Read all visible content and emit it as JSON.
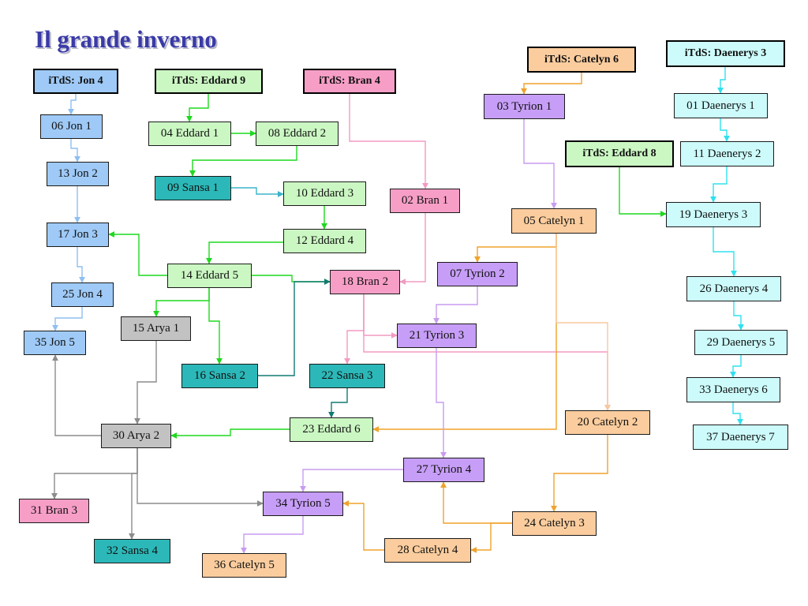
{
  "title": "Il grande inverno",
  "colors": {
    "jon": "#9fcaf7",
    "eddard": "#cbf7c3",
    "bran": "#f79ec7",
    "catelyn": "#fbcd9e",
    "tyrion": "#c79ef7",
    "daenerys": "#cdfbfb",
    "sansa": "#2cb8b8",
    "arya": "#c2c2c2",
    "l_jon": "#8fbff0",
    "l_eddard": "#1fd81f",
    "l_bran": "#f29ac2",
    "l_catelyn": "#f0a22c",
    "l_tyrion": "#c89cf0",
    "l_daenerys": "#2fe0f0",
    "l_sansa": "#3bb3c8",
    "l_arya": "#8c8c8c",
    "l_teal": "#127a72",
    "l_peach": "#f7c79e"
  },
  "nodes": [
    {
      "id": "h_jon",
      "label": "iTdS: Jon 4",
      "color": "jon",
      "head": true
    },
    {
      "id": "h_eddard9",
      "label": "iTdS: Eddard 9",
      "color": "eddard",
      "head": true
    },
    {
      "id": "h_bran4",
      "label": "iTdS: Bran 4",
      "color": "bran",
      "head": true
    },
    {
      "id": "h_catelyn6",
      "label": "iTdS: Catelyn 6",
      "color": "catelyn",
      "head": true
    },
    {
      "id": "h_daenerys3",
      "label": "iTdS: Daenerys 3",
      "color": "daenerys",
      "head": true
    },
    {
      "id": "h_eddard8",
      "label": "iTdS: Eddard 8",
      "color": "eddard",
      "head": true
    },
    {
      "id": "n06",
      "label": "06 Jon 1",
      "color": "jon"
    },
    {
      "id": "n13",
      "label": "13 Jon 2",
      "color": "jon"
    },
    {
      "id": "n17",
      "label": "17 Jon 3",
      "color": "jon"
    },
    {
      "id": "n25",
      "label": "25 Jon 4",
      "color": "jon"
    },
    {
      "id": "n35",
      "label": "35 Jon 5",
      "color": "jon"
    },
    {
      "id": "n04",
      "label": "04 Eddard 1",
      "color": "eddard"
    },
    {
      "id": "n08",
      "label": "08 Eddard 2",
      "color": "eddard"
    },
    {
      "id": "n09",
      "label": "09 Sansa 1",
      "color": "sansa"
    },
    {
      "id": "n10",
      "label": "10 Eddard 3",
      "color": "eddard"
    },
    {
      "id": "n12",
      "label": "12 Eddard 4",
      "color": "eddard"
    },
    {
      "id": "n14",
      "label": "14 Eddard 5",
      "color": "eddard"
    },
    {
      "id": "n15",
      "label": "15 Arya 1",
      "color": "arya"
    },
    {
      "id": "n16",
      "label": "16 Sansa 2",
      "color": "sansa"
    },
    {
      "id": "n02",
      "label": "02 Bran 1",
      "color": "bran"
    },
    {
      "id": "n18",
      "label": "18 Bran 2",
      "color": "bran"
    },
    {
      "id": "n22",
      "label": "22 Sansa 3",
      "color": "sansa"
    },
    {
      "id": "n23",
      "label": "23 Eddard 6",
      "color": "eddard"
    },
    {
      "id": "n30",
      "label": "30 Arya 2",
      "color": "arya"
    },
    {
      "id": "n31",
      "label": "31 Bran 3",
      "color": "bran"
    },
    {
      "id": "n32",
      "label": "32 Sansa 4",
      "color": "sansa"
    },
    {
      "id": "n34",
      "label": "34 Tyrion 5",
      "color": "tyrion"
    },
    {
      "id": "n36",
      "label": "36 Catelyn 5",
      "color": "catelyn"
    },
    {
      "id": "n28",
      "label": "28 Catelyn 4",
      "color": "catelyn"
    },
    {
      "id": "n27",
      "label": "27 Tyrion 4",
      "color": "tyrion"
    },
    {
      "id": "n24",
      "label": "24 Catelyn 3",
      "color": "catelyn"
    },
    {
      "id": "n20",
      "label": "20 Catelyn 2",
      "color": "catelyn"
    },
    {
      "id": "n21",
      "label": "21 Tyrion 3",
      "color": "tyrion"
    },
    {
      "id": "n07",
      "label": "07 Tyrion 2",
      "color": "tyrion"
    },
    {
      "id": "n05",
      "label": "05 Catelyn 1",
      "color": "catelyn"
    },
    {
      "id": "n03",
      "label": "03 Tyrion 1",
      "color": "tyrion"
    },
    {
      "id": "n01",
      "label": "01 Daenerys 1",
      "color": "daenerys"
    },
    {
      "id": "n11",
      "label": "11 Daenerys 2",
      "color": "daenerys"
    },
    {
      "id": "n19",
      "label": "19 Daenerys 3",
      "color": "daenerys"
    },
    {
      "id": "n26",
      "label": "26 Daenerys 4",
      "color": "daenerys"
    },
    {
      "id": "n29",
      "label": "29 Daenerys 5",
      "color": "daenerys"
    },
    {
      "id": "n33",
      "label": "33 Daenerys 6",
      "color": "daenerys"
    },
    {
      "id": "n37",
      "label": "37 Daenerys 7",
      "color": "daenerys"
    }
  ],
  "edges": [
    {
      "from": "h_jon",
      "to": "n06",
      "color": "l_jon"
    },
    {
      "from": "n06",
      "to": "n13",
      "color": "l_jon"
    },
    {
      "from": "n13",
      "to": "n17",
      "color": "l_jon"
    },
    {
      "from": "n17",
      "to": "n25",
      "color": "l_jon"
    },
    {
      "from": "n25",
      "to": "n35",
      "color": "l_jon"
    },
    {
      "from": "h_eddard9",
      "to": "n04",
      "color": "l_eddard"
    },
    {
      "from": "n04",
      "to": "n08",
      "color": "l_eddard"
    },
    {
      "from": "n08",
      "to": "n09",
      "color": "l_eddard"
    },
    {
      "from": "n09",
      "to": "n10",
      "color": "l_sansa"
    },
    {
      "from": "n10",
      "to": "n12",
      "color": "l_eddard"
    },
    {
      "from": "n12",
      "to": "n14",
      "color": "l_eddard"
    },
    {
      "from": "n14",
      "to": "n17",
      "color": "l_eddard"
    },
    {
      "from": "n14",
      "to": "n18",
      "color": "l_eddard"
    },
    {
      "from": "n14",
      "to": "n15",
      "color": "l_eddard"
    },
    {
      "from": "n14",
      "to": "n16",
      "color": "l_eddard"
    },
    {
      "from": "n16",
      "to": "n18",
      "color": "l_teal"
    },
    {
      "from": "h_bran4",
      "to": "n02",
      "color": "l_bran"
    },
    {
      "from": "n02",
      "to": "n18",
      "color": "l_bran"
    },
    {
      "from": "n18",
      "to": "n22",
      "color": "l_bran"
    },
    {
      "from": "n18",
      "to": "n21",
      "color": "l_bran"
    },
    {
      "from": "n18",
      "to": "n20",
      "color": "l_bran"
    },
    {
      "from": "n22",
      "to": "n23",
      "color": "l_teal"
    },
    {
      "from": "n23",
      "to": "n30",
      "color": "l_eddard"
    },
    {
      "from": "n15",
      "to": "n30",
      "color": "l_arya"
    },
    {
      "from": "n30",
      "to": "n35",
      "color": "l_arya"
    },
    {
      "from": "n30",
      "to": "n31",
      "color": "l_arya"
    },
    {
      "from": "n30",
      "to": "n32",
      "color": "l_arya"
    },
    {
      "from": "n30",
      "to": "n34",
      "color": "l_arya"
    },
    {
      "from": "h_catelyn6",
      "to": "n03",
      "color": "l_catelyn"
    },
    {
      "from": "n03",
      "to": "n05",
      "color": "l_tyrion"
    },
    {
      "from": "n05",
      "to": "n07",
      "color": "l_catelyn"
    },
    {
      "from": "n05",
      "to": "n23",
      "color": "l_catelyn"
    },
    {
      "from": "n05",
      "to": "n20",
      "color": "l_peach"
    },
    {
      "from": "n07",
      "to": "n21",
      "color": "l_tyrion"
    },
    {
      "from": "n21",
      "to": "n27",
      "color": "l_tyrion"
    },
    {
      "from": "n27",
      "to": "n34",
      "color": "l_tyrion"
    },
    {
      "from": "n34",
      "to": "n36",
      "color": "l_tyrion"
    },
    {
      "from": "n20",
      "to": "n24",
      "color": "l_catelyn"
    },
    {
      "from": "n24",
      "to": "n27",
      "color": "l_catelyn"
    },
    {
      "from": "n24",
      "to": "n28",
      "color": "l_catelyn"
    },
    {
      "from": "n28",
      "to": "n34",
      "color": "l_catelyn"
    },
    {
      "from": "h_daenerys3",
      "to": "n01",
      "color": "l_daenerys"
    },
    {
      "from": "n01",
      "to": "n11",
      "color": "l_daenerys"
    },
    {
      "from": "n11",
      "to": "n19",
      "color": "l_daenerys"
    },
    {
      "from": "h_eddard8",
      "to": "n19",
      "color": "l_eddard"
    },
    {
      "from": "n19",
      "to": "n26",
      "color": "l_daenerys"
    },
    {
      "from": "n26",
      "to": "n29",
      "color": "l_daenerys"
    },
    {
      "from": "n29",
      "to": "n33",
      "color": "l_daenerys"
    },
    {
      "from": "n33",
      "to": "n37",
      "color": "l_daenerys"
    }
  ]
}
